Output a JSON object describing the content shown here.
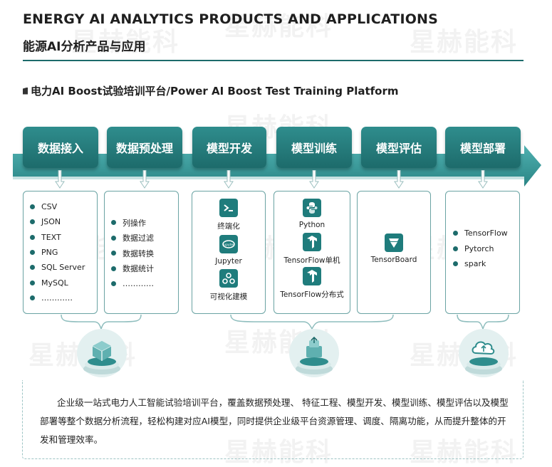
{
  "header": {
    "title_en": "ENERGY AI ANALYTICS PRODUCTS AND APPLICATIONS",
    "title_cn": "能源AI分析产品与应用",
    "platform_title": "电力AI Boost试验培训平台/Power AI Boost Test Training Platform"
  },
  "watermark": "星赫能科",
  "stages": [
    "数据接入",
    "数据预处理",
    "模型开发",
    "模型训练",
    "模型评估",
    "模型部署"
  ],
  "columns": {
    "ingest": [
      "CSV",
      "JSON",
      "TEXT",
      "PNG",
      "SQL Server",
      "MySQL",
      "…………"
    ],
    "preprocess": [
      "列操作",
      "数据过滤",
      "数据转换",
      "数据统计",
      "…………"
    ],
    "develop": [
      {
        "icon": "terminal-icon",
        "label": "终端化"
      },
      {
        "icon": "jupyter-icon",
        "label": "Jupyter"
      },
      {
        "icon": "visual-modeling-icon",
        "label": "可视化建模"
      }
    ],
    "train": [
      {
        "icon": "python-icon",
        "label": "Python"
      },
      {
        "icon": "tensorflow-icon",
        "label": "TensorFlow单机"
      },
      {
        "icon": "tensorflow-icon",
        "label": "TensorFlow分布式"
      }
    ],
    "evaluate": [
      {
        "icon": "tensorboard-icon",
        "label": "TensorBoard"
      }
    ],
    "deploy": [
      "TensorFlow",
      "Pytorch",
      "spark"
    ]
  },
  "pedestals": [
    "database-cube-icon",
    "cloud-server-icon",
    "cloud-upload-icon"
  ],
  "description": "企业级一站式电力人工智能试验培训平台，覆盖数据预处理、 特征工程、模型开发、模型训练、模型评估以及模型部署等整个数据分析流程，轻松构建对应AI模型，同时提供企业级平台资源管理、调度、隔离功能，从而提升整体的开发和管理效率。",
  "colors": {
    "teal": "#1d6b6b",
    "teal_light": "#2f8d8d",
    "arrow": "#3b9a9a"
  }
}
